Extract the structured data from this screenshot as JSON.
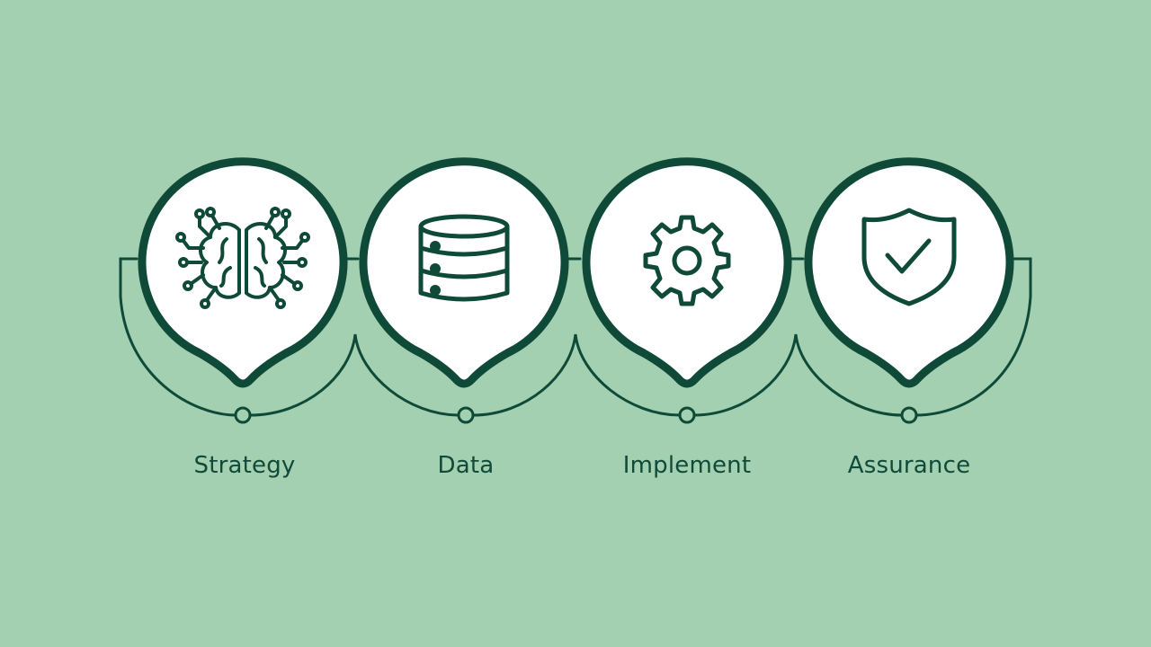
{
  "colors": {
    "background": "#a2d0b0",
    "stroke": "#0f4a38",
    "bubble_fill": "#ffffff",
    "label_text": "#114a38"
  },
  "steps": [
    {
      "label": "Strategy",
      "icon": "brain-circuit-icon"
    },
    {
      "label": "Data",
      "icon": "database-icon"
    },
    {
      "label": "Implement",
      "icon": "gear-icon"
    },
    {
      "label": "Assurance",
      "icon": "shield-check-icon"
    }
  ]
}
